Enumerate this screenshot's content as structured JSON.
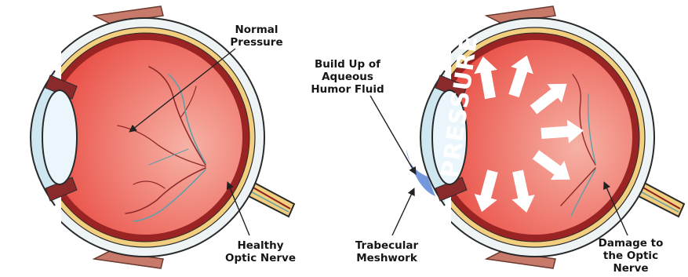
{
  "labels": {
    "normal_pressure": "Normal\nPressure",
    "build_up": "Build Up of\nAqueous\nHumor Fluid",
    "healthy_optic_nerve": "Healthy\nOptic Nerve",
    "trabecular_meshwork": "Trabecular\nMeshwork",
    "damage_optic_nerve": "Damage to\nthe Optic\nNerve",
    "pressure_word": "PRESSURE"
  },
  "colors": {
    "interior_light": "#f7b2a6",
    "interior_dark": "#e94b42",
    "choroid": "#9a2424",
    "sclera": "#eef3f5",
    "nerve": "#f2cf7e",
    "vessel_red": "#8e2a2a",
    "vessel_blue": "#5f9fa8",
    "cornea": "#cfe7f0",
    "aqueous_fluid": "#5b86d6",
    "outline": "#2a2a2a"
  },
  "icons": [
    "pressure-arrow-icon",
    "pointer-arrow-icon"
  ]
}
